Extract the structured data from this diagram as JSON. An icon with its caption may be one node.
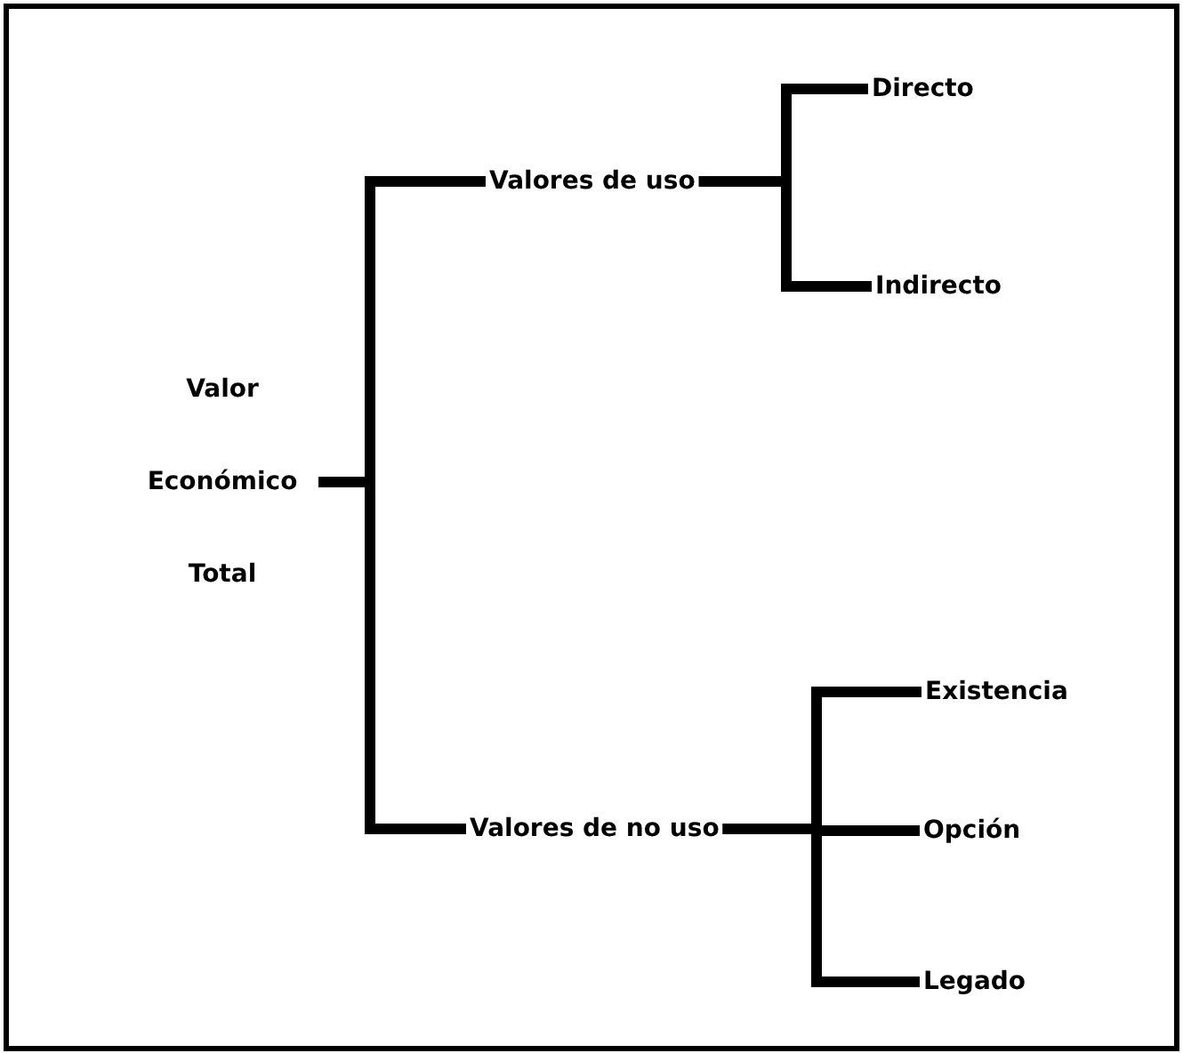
{
  "diagram": {
    "nodes": [
      {
        "text": [
          "Valor Económico Total"
        ]
      },
      {
        "text": [
          "Valores de uso"
        ]
      },
      {
        "text": [
          "Directo"
        ]
      },
      {
        "text": [
          "Indirecto"
        ]
      },
      {
        "text": [
          "Valores de no uso"
        ]
      },
      {
        "text": [
          "Existencia"
        ]
      },
      {
        "text": [
          "Opción"
        ]
      },
      {
        "text": [
          "Legado"
        ]
      }
    ],
    "edges": [
      {
        "from": 0,
        "to": 1,
        "arrow": "none"
      },
      {
        "from": 0,
        "to": 4,
        "arrow": "none"
      },
      {
        "from": 1,
        "to": 2,
        "arrow": "none"
      },
      {
        "from": 1,
        "to": 3,
        "arrow": "none"
      },
      {
        "from": 4,
        "to": 5,
        "arrow": "none"
      },
      {
        "from": 4,
        "to": 6,
        "arrow": "none"
      },
      {
        "from": 4,
        "to": 7,
        "arrow": "none"
      }
    ]
  }
}
